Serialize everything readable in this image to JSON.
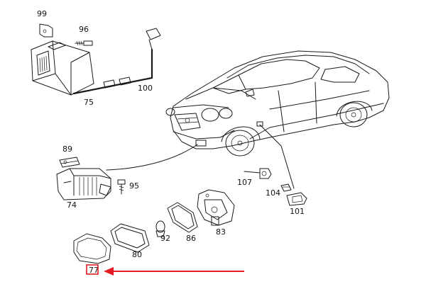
{
  "diagram": {
    "part_labels": {
      "p99": "99",
      "p96": "96",
      "p100": "100",
      "p75": "75",
      "p89": "89",
      "p95": "95",
      "p74": "74",
      "p107": "107",
      "p104": "104",
      "p101": "101",
      "p83": "83",
      "p86": "86",
      "p92": "92",
      "p80": "80",
      "p77": "77"
    },
    "highlight": {
      "part": "77",
      "box_color": "#e21b22",
      "arrow_color": "#e21b22"
    }
  }
}
